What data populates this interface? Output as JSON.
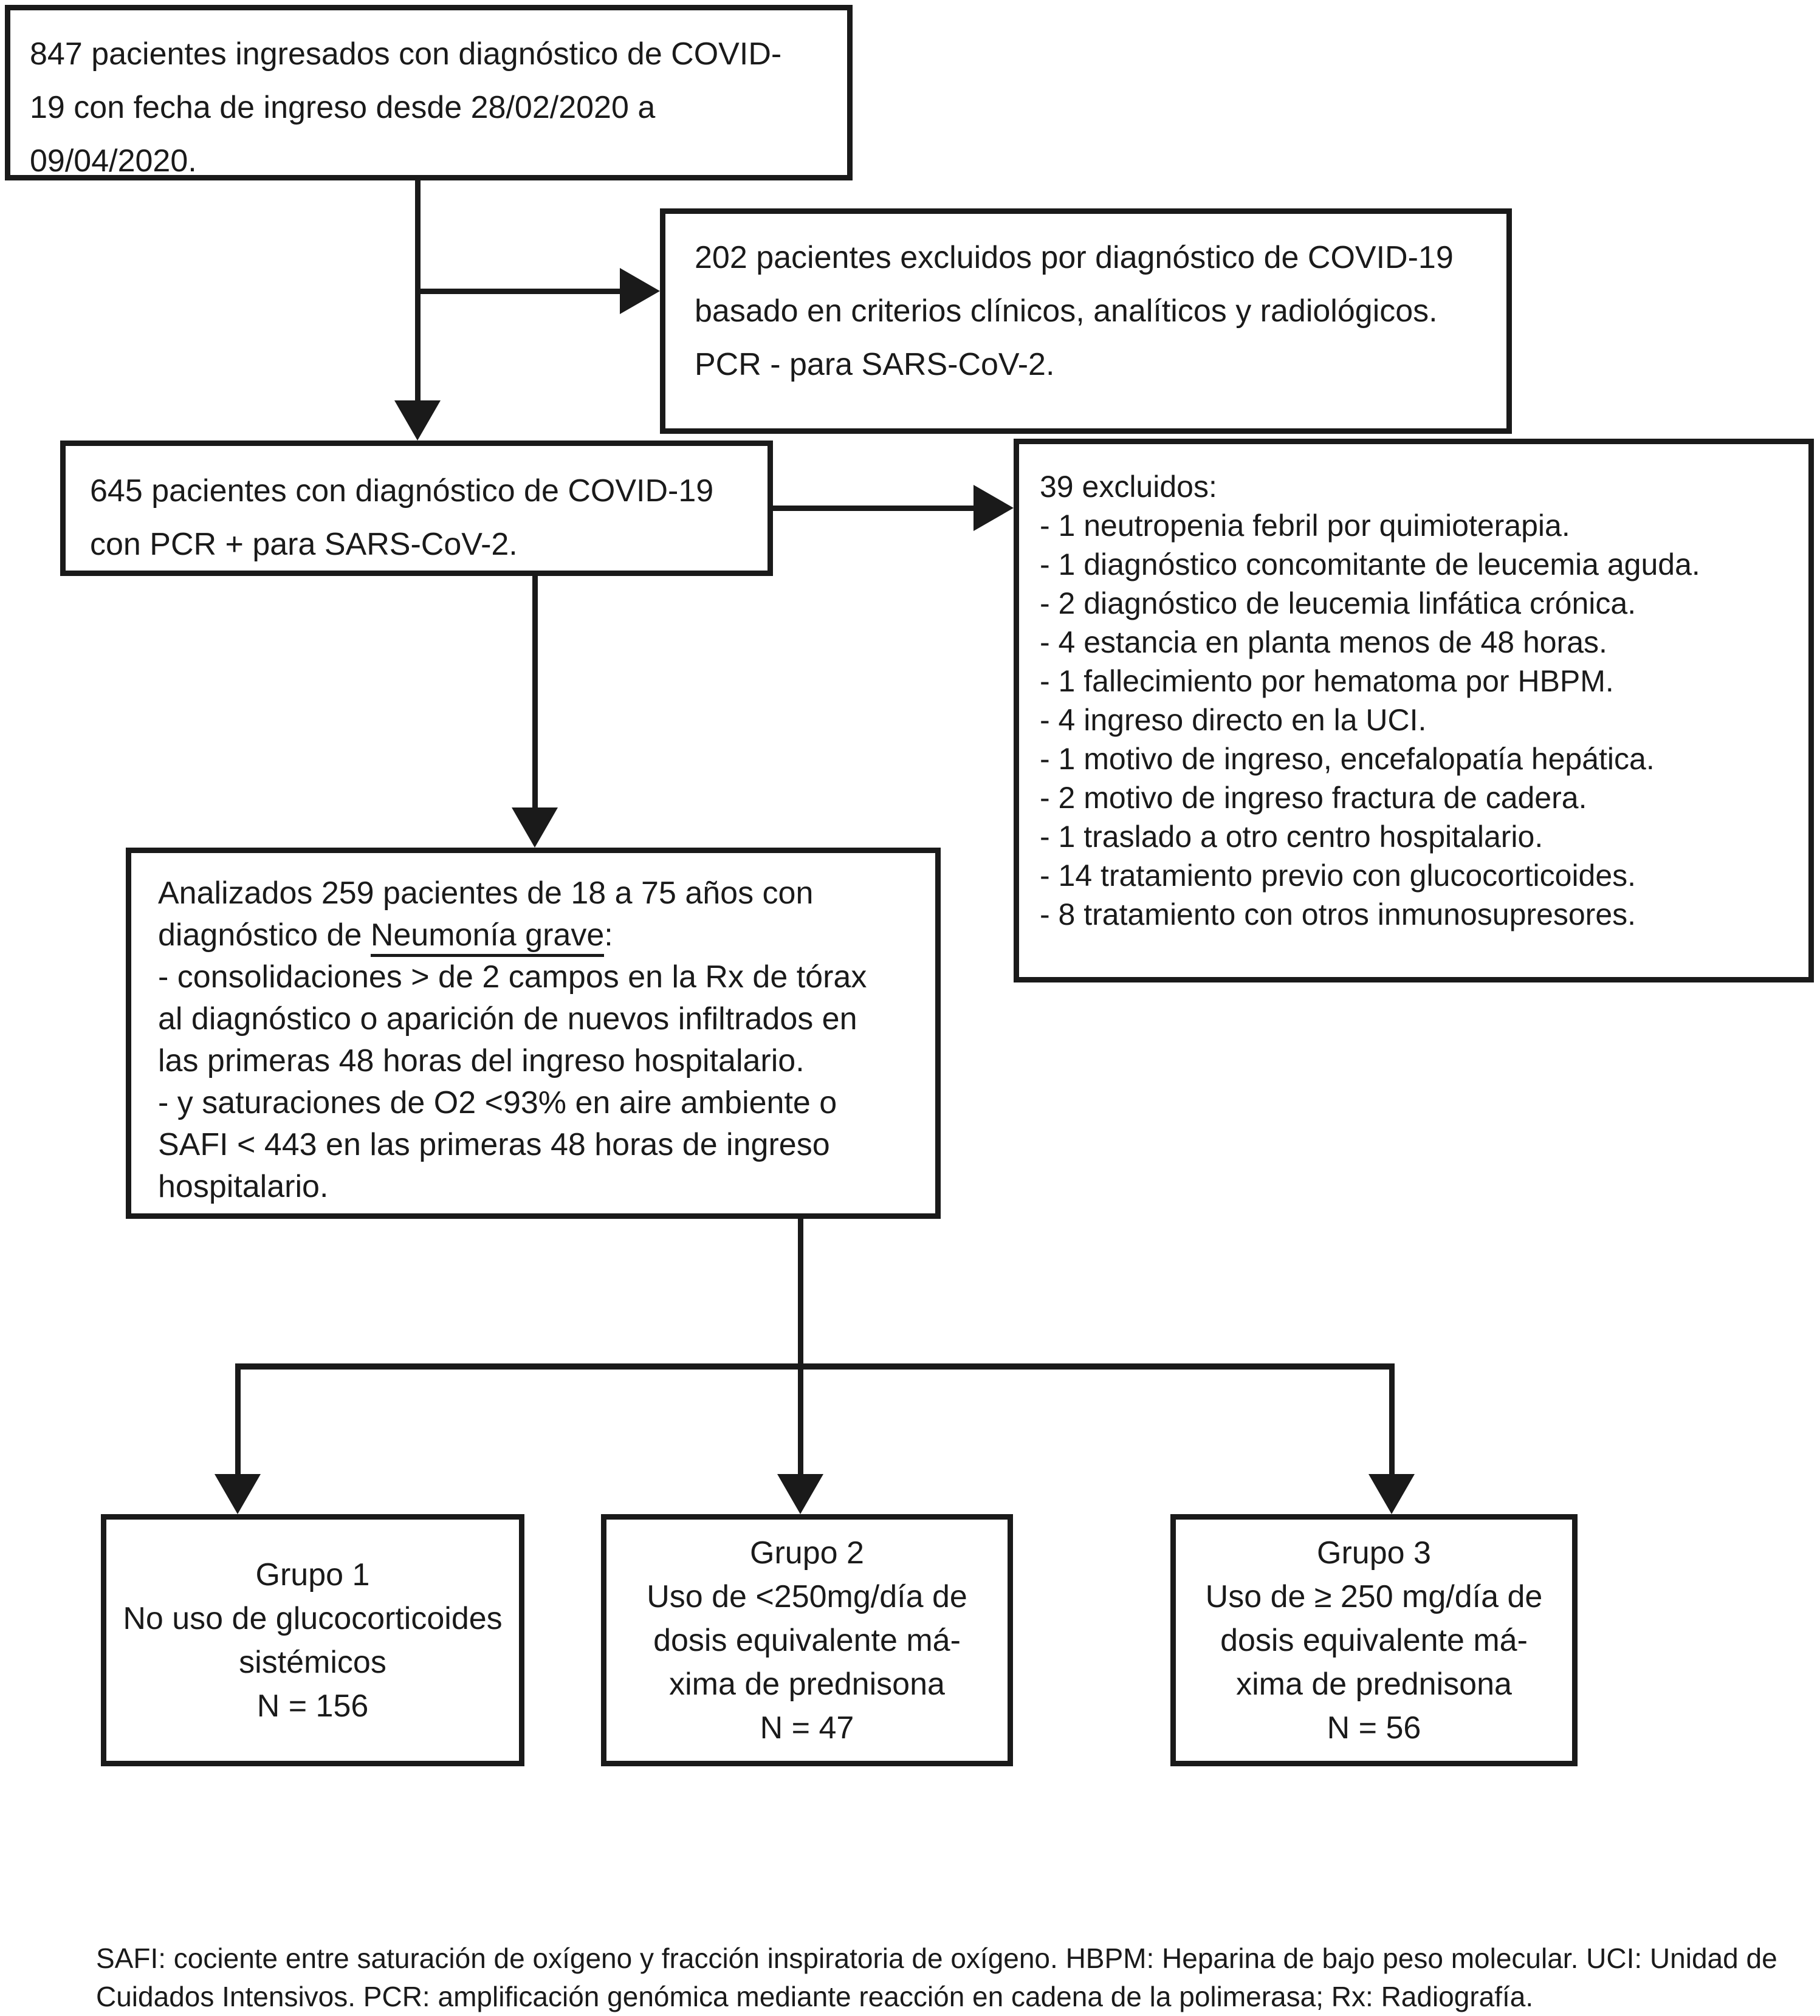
{
  "colors": {
    "ink": "#1a1a1a",
    "background": "#ffffff"
  },
  "flowchart": {
    "box_admitted": {
      "lines": [
        "847 pacientes ingresados con diagnóstico de COVID-",
        "19 con fecha de ingreso desde 28/02/2020 a",
        "09/04/2020."
      ]
    },
    "box_excluded_202": {
      "lines": [
        "202 pacientes excluidos por diagnóstico de COVID-19",
        "basado en criterios clínicos, analíticos y radiológicos.",
        "PCR - para SARS-CoV-2."
      ]
    },
    "box_pcr_positive": {
      "lines": [
        "645 pacientes con diagnóstico de COVID-19",
        "con PCR + para SARS-CoV-2."
      ]
    },
    "box_excluded_39": {
      "title": "39 excluidos:",
      "items": [
        "- 1 neutropenia febril por quimioterapia.",
        "- 1 diagnóstico concomitante de leucemia aguda.",
        "- 2 diagnóstico de leucemia linfática crónica.",
        "- 4 estancia en planta menos de 48 horas.",
        "- 1 fallecimiento por hematoma por HBPM.",
        "- 4 ingreso directo en la UCI.",
        "- 1 motivo de ingreso, encefalopatía hepática.",
        "- 2 motivo de ingreso fractura de cadera.",
        "- 1 traslado a otro centro hospitalario.",
        "- 14 tratamiento previo con glucocorticoides.",
        "- 8 tratamiento con otros inmunosupresores."
      ]
    },
    "box_analyzed": {
      "line1": "Analizados 259 pacientes de 18 a 75 años con",
      "line2_prefix": "diagnóstico de ",
      "line2_underlined": "Neumonía grave",
      "line2_suffix": ":",
      "line3": "- consolidaciones > de 2 campos en la Rx de tórax",
      "line4": "al diagnóstico o aparición de nuevos infiltrados en",
      "line5": "las primeras 48 horas del ingreso hospitalario.",
      "line6": "- y saturaciones de O2 <93% en aire ambiente o",
      "line7": "SAFI < 443 en las primeras 48 horas de ingreso",
      "line8": "hospitalario."
    },
    "group1": {
      "lines": [
        "Grupo 1",
        "No uso de glucocorticoides",
        "sistémicos",
        "N = 156"
      ]
    },
    "group2": {
      "lines": [
        "Grupo 2",
        "Uso de <250mg/día de",
        "dosis equivalente má-",
        "xima de prednisona",
        "N = 47"
      ]
    },
    "group3": {
      "lines": [
        "Grupo 3",
        "Uso de ≥ 250 mg/día de",
        "dosis equivalente má-",
        "xima de prednisona",
        "N = 56"
      ]
    }
  },
  "footnote": {
    "line1": "SAFI: cociente entre saturación de oxígeno y fracción inspiratoria de oxígeno. HBPM: Heparina de bajo peso molecular. UCI: Unidad de",
    "line2": "Cuidados Intensivos. PCR: amplificación genómica mediante reacción en cadena de la polimerasa; Rx: Radiografía."
  }
}
